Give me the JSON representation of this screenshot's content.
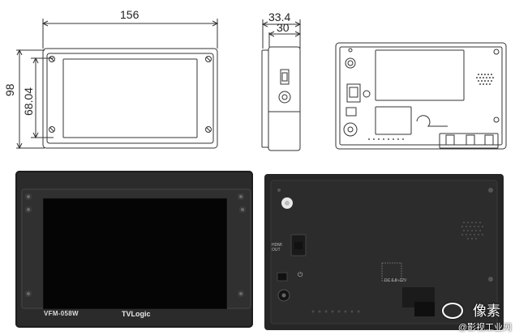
{
  "dimensions": {
    "width_mm": "156",
    "height_mm": "98",
    "screen_height_mm": "68.04",
    "depth_total_mm": "33.4",
    "depth_body_mm": "30"
  },
  "front_photo": {
    "model_label": "VFM-058W",
    "brand_label": "TVLogic"
  },
  "back_photo": {
    "hdmi_label": "HDMI OUT",
    "power_label": "DC 6.8~12V"
  },
  "watermark": {
    "logo_text": "像素",
    "credit_text": "@影视工业网"
  }
}
